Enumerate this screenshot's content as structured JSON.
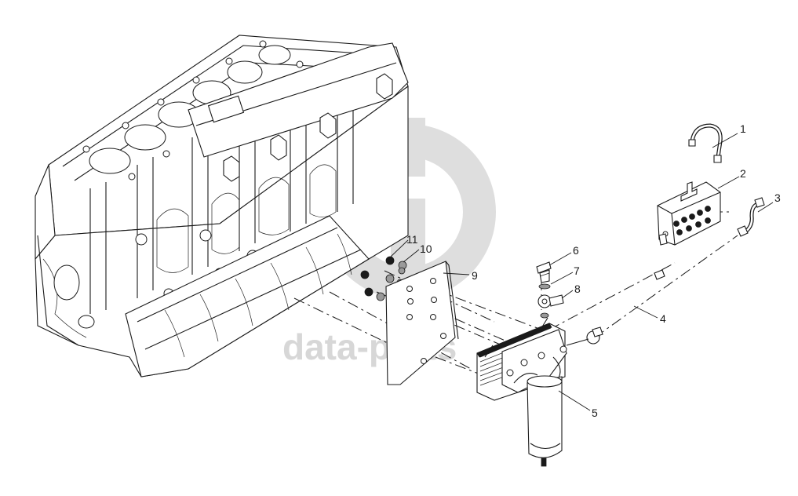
{
  "watermark": {
    "text": "data-parts",
    "color": "#d7d7d7"
  },
  "callouts": [
    {
      "id": "1",
      "label": "1"
    },
    {
      "id": "2",
      "label": "2"
    },
    {
      "id": "3",
      "label": "3"
    },
    {
      "id": "4",
      "label": "4"
    },
    {
      "id": "5",
      "label": "5"
    },
    {
      "id": "6",
      "label": "6"
    },
    {
      "id": "7",
      "label": "7"
    },
    {
      "id": "8",
      "label": "8"
    },
    {
      "id": "9",
      "label": "9"
    },
    {
      "id": "10",
      "label": "10"
    },
    {
      "id": "11",
      "label": "11"
    }
  ]
}
